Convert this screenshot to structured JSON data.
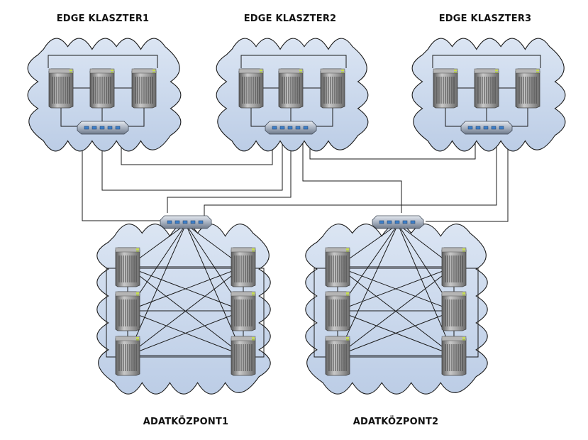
{
  "edge_clusters": [
    {
      "label": "EDGE KLASZTER1",
      "servers": 3
    },
    {
      "label": "EDGE KLASZTER2",
      "servers": 3
    },
    {
      "label": "EDGE KLASZTER3",
      "servers": 3
    }
  ],
  "datacenters": [
    {
      "label": "ADATKÖZPONT1",
      "servers": 6
    },
    {
      "label": "ADATKÖZPONT2",
      "servers": 6
    }
  ],
  "colors": {
    "cloud_fill": "#ccdaee",
    "cloud_stroke": "#1a1a1a",
    "line": "#1a1a1a",
    "switch_body": "#9aa6b8",
    "port": "#3d7fc8"
  },
  "icons": {
    "server": "server-tower-icon",
    "switch": "network-switch-icon",
    "cloud": "cloud-shape"
  }
}
